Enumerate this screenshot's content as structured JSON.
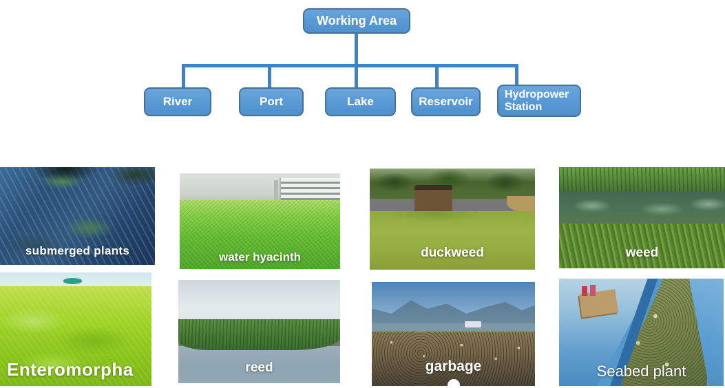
{
  "diagram": {
    "root_label": "Working Area",
    "nodes": [
      {
        "label": "River"
      },
      {
        "label": "Port"
      },
      {
        "label": "Lake"
      },
      {
        "label": "Reservoir"
      },
      {
        "label": "Hydropower Station"
      }
    ],
    "colors": {
      "node_fill": "#5b9bd5",
      "node_border": "#41719c",
      "connector": "#4282c0",
      "node_text": "#ffffff"
    }
  },
  "gallery": {
    "items": [
      {
        "label": "submerged plants"
      },
      {
        "label": "water hyacinth"
      },
      {
        "label": "duckweed"
      },
      {
        "label": "weed"
      },
      {
        "label": "Enteromorpha"
      },
      {
        "label": "reed"
      },
      {
        "label": "garbage"
      },
      {
        "label": "Seabed plant"
      }
    ]
  }
}
